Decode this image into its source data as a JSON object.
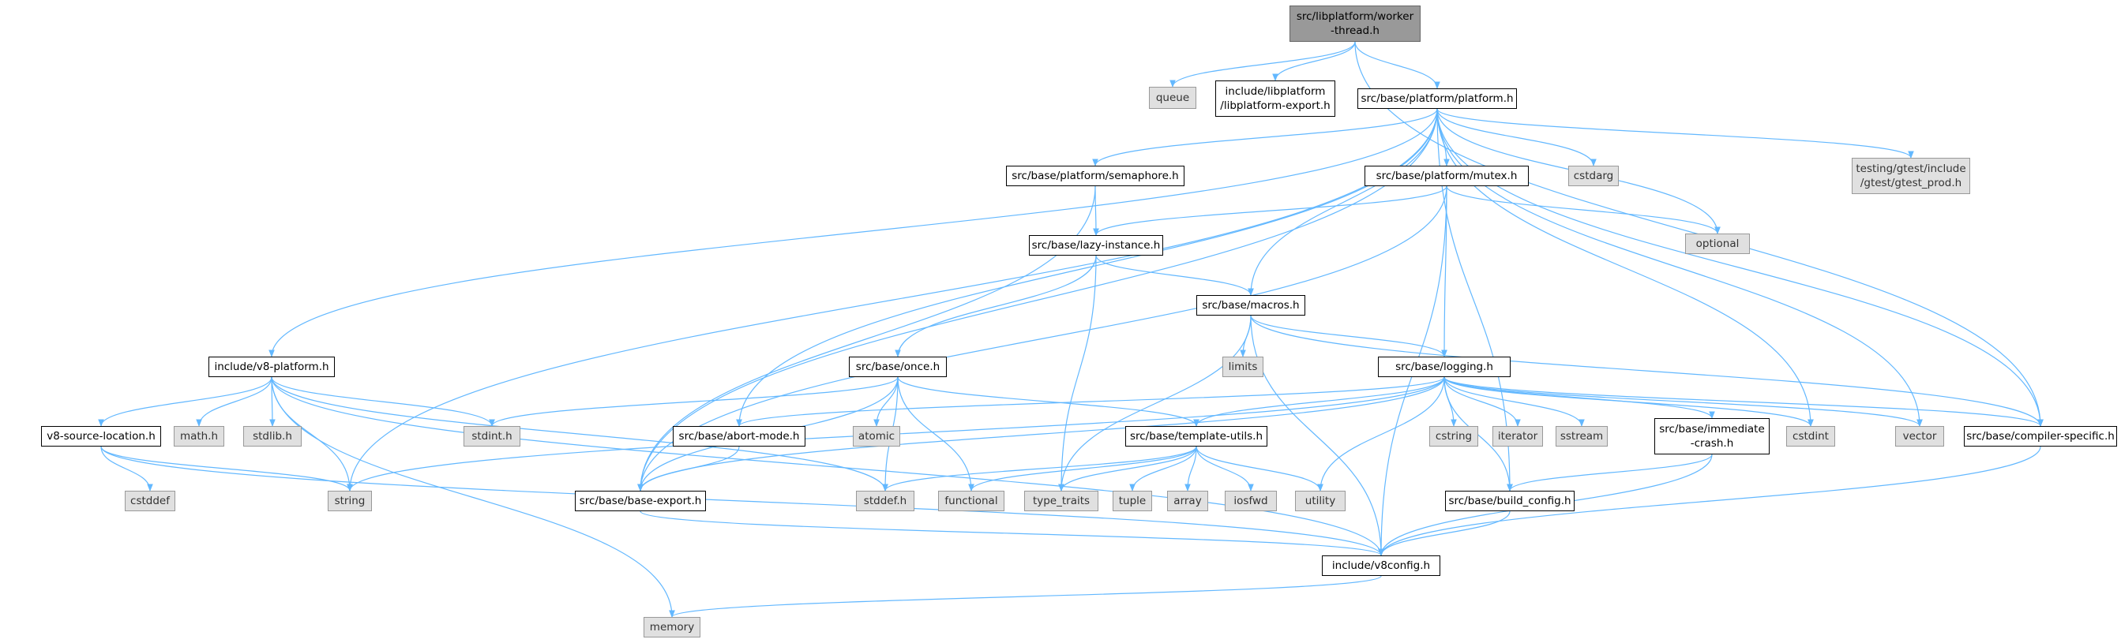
{
  "colors": {
    "edge": "#63b8ff",
    "root_fill": "#999999",
    "system_fill": "#e0e0e0",
    "file_fill": "#ffffff"
  },
  "nodes": {
    "worker_thread": "src/libplatform/worker\n-thread.h",
    "queue": "queue",
    "libplatform_export": "include/libplatform\n/libplatform-export.h",
    "platform": "src/base/platform/platform.h",
    "v8_platform": "include/v8-platform.h",
    "string": "string",
    "semaphore": "src/base/platform/semaphore.h",
    "cstdarg": "cstdarg",
    "mutex": "src/base/platform/mutex.h",
    "optional": "optional",
    "gtest_prod": "testing/gtest/include\n/gtest/gtest_prod.h",
    "lazy_instance": "src/base/lazy-instance.h",
    "macros": "src/base/macros.h",
    "once": "src/base/once.h",
    "limits": "limits",
    "logging": "src/base/logging.h",
    "v8_source_location": "v8-source-location.h",
    "math_h": "math.h",
    "stdlib_h": "stdlib.h",
    "stdint_h": "stdint.h",
    "atomic": "atomic",
    "abort_mode": "src/base/abort-mode.h",
    "template_utils": "src/base/template-utils.h",
    "cstring": "cstring",
    "iterator": "iterator",
    "sstream": "sstream",
    "immediate_crash": "src/base/immediate\n-crash.h",
    "cstdint": "cstdint",
    "vector": "vector",
    "compiler_specific": "src/base/compiler-specific.h",
    "cstddef": "cstddef",
    "base_export": "src/base/base-export.h",
    "stddef_h": "stddef.h",
    "functional": "functional",
    "type_traits": "type_traits",
    "tuple": "tuple",
    "array": "array",
    "iosfwd": "iosfwd",
    "utility": "utility",
    "build_config": "src/base/build_config.h",
    "v8config": "include/v8config.h",
    "memory": "memory"
  },
  "edges": [
    [
      "worker_thread",
      "queue"
    ],
    [
      "worker_thread",
      "libplatform_export"
    ],
    [
      "worker_thread",
      "platform"
    ],
    [
      "worker_thread",
      "compiler_specific"
    ],
    [
      "platform",
      "v8_platform"
    ],
    [
      "platform",
      "string"
    ],
    [
      "platform",
      "base_export"
    ],
    [
      "platform",
      "abort_mode"
    ],
    [
      "platform",
      "semaphore"
    ],
    [
      "platform",
      "macros"
    ],
    [
      "platform",
      "build_config"
    ],
    [
      "platform",
      "mutex"
    ],
    [
      "platform",
      "cstdarg"
    ],
    [
      "platform",
      "optional"
    ],
    [
      "platform",
      "cstdint"
    ],
    [
      "platform",
      "vector"
    ],
    [
      "platform",
      "compiler_specific"
    ],
    [
      "platform",
      "gtest_prod"
    ],
    [
      "semaphore",
      "lazy_instance"
    ],
    [
      "semaphore",
      "base_export"
    ],
    [
      "mutex",
      "lazy_instance"
    ],
    [
      "mutex",
      "base_export"
    ],
    [
      "mutex",
      "logging"
    ],
    [
      "mutex",
      "optional"
    ],
    [
      "mutex",
      "v8config"
    ],
    [
      "lazy_instance",
      "once"
    ],
    [
      "lazy_instance",
      "macros"
    ],
    [
      "lazy_instance",
      "type_traits"
    ],
    [
      "macros",
      "limits"
    ],
    [
      "macros",
      "logging"
    ],
    [
      "macros",
      "type_traits"
    ],
    [
      "macros",
      "compiler_specific"
    ],
    [
      "macros",
      "v8config"
    ],
    [
      "once",
      "stdint_h"
    ],
    [
      "once",
      "atomic"
    ],
    [
      "once",
      "base_export"
    ],
    [
      "once",
      "stddef_h"
    ],
    [
      "once",
      "functional"
    ],
    [
      "once",
      "template_utils"
    ],
    [
      "logging",
      "string"
    ],
    [
      "logging",
      "abort_mode"
    ],
    [
      "logging",
      "base_export"
    ],
    [
      "logging",
      "template_utils"
    ],
    [
      "logging",
      "utility"
    ],
    [
      "logging",
      "cstring"
    ],
    [
      "logging",
      "iterator"
    ],
    [
      "logging",
      "sstream"
    ],
    [
      "logging",
      "immediate_crash"
    ],
    [
      "logging",
      "build_config"
    ],
    [
      "logging",
      "cstdint"
    ],
    [
      "logging",
      "vector"
    ],
    [
      "logging",
      "compiler_specific"
    ],
    [
      "v8_platform",
      "v8_source_location"
    ],
    [
      "v8_platform",
      "math_h"
    ],
    [
      "v8_platform",
      "stdlib_h"
    ],
    [
      "v8_platform",
      "stdint_h"
    ],
    [
      "v8_platform",
      "string"
    ],
    [
      "v8_platform",
      "stddef_h"
    ],
    [
      "v8_platform",
      "v8config"
    ],
    [
      "v8_platform",
      "memory"
    ],
    [
      "v8_source_location",
      "cstddef"
    ],
    [
      "v8_source_location",
      "string"
    ],
    [
      "v8_source_location",
      "v8config"
    ],
    [
      "abort_mode",
      "base_export"
    ],
    [
      "template_utils",
      "stddef_h"
    ],
    [
      "template_utils",
      "functional"
    ],
    [
      "template_utils",
      "type_traits"
    ],
    [
      "template_utils",
      "tuple"
    ],
    [
      "template_utils",
      "array"
    ],
    [
      "template_utils",
      "iosfwd"
    ],
    [
      "template_utils",
      "utility"
    ],
    [
      "immediate_crash",
      "build_config"
    ],
    [
      "immediate_crash",
      "v8config"
    ],
    [
      "compiler_specific",
      "v8config"
    ],
    [
      "base_export",
      "v8config"
    ],
    [
      "build_config",
      "v8config"
    ],
    [
      "v8config",
      "memory"
    ]
  ]
}
